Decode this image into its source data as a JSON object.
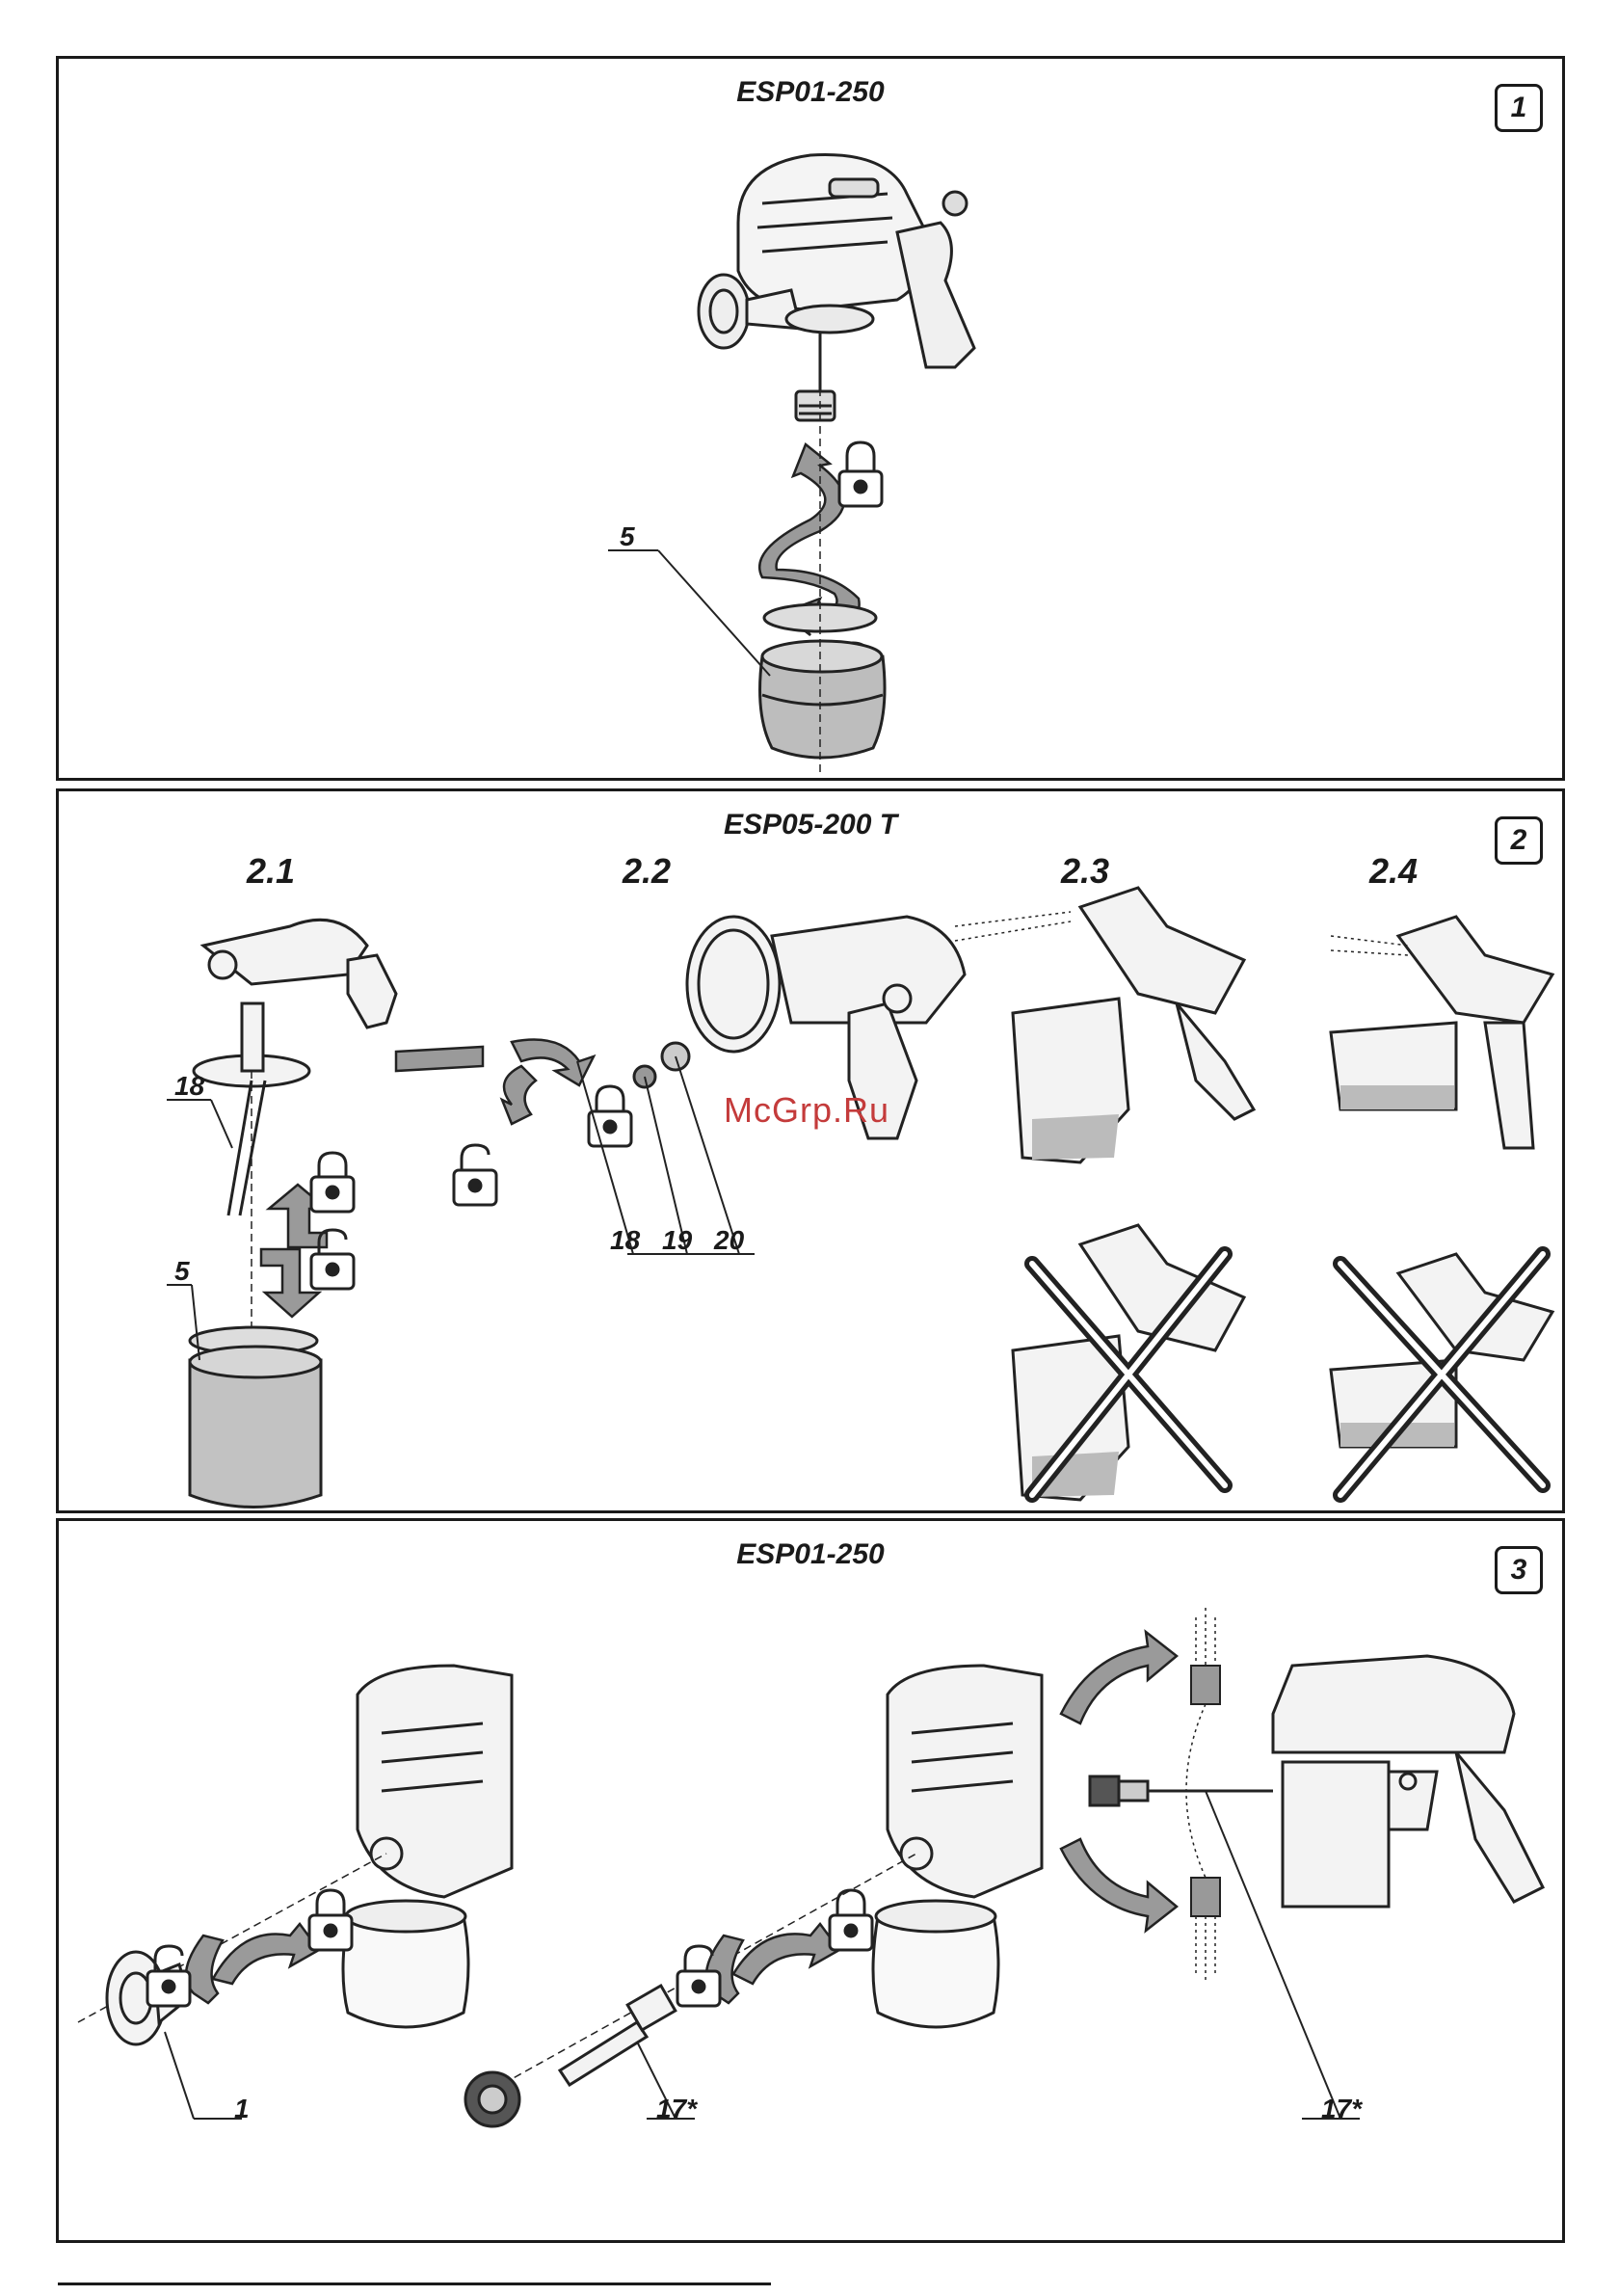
{
  "panel1": {
    "model": "ESP01-250",
    "number": "1",
    "labels": {
      "container": "5"
    }
  },
  "panel2": {
    "model": "ESP05-200 T",
    "number": "2",
    "steps": [
      "2.1",
      "2.2",
      "2.3",
      "2.4"
    ],
    "labels": {
      "tube": "18",
      "container": "5",
      "tube_b": "18",
      "part19": "19",
      "part20": "20"
    }
  },
  "panel3": {
    "model": "ESP01-250",
    "number": "3",
    "labels": {
      "nozzle": "1",
      "extension": "17*",
      "extension_b": "17*"
    }
  },
  "watermark": "McGrp.Ru"
}
